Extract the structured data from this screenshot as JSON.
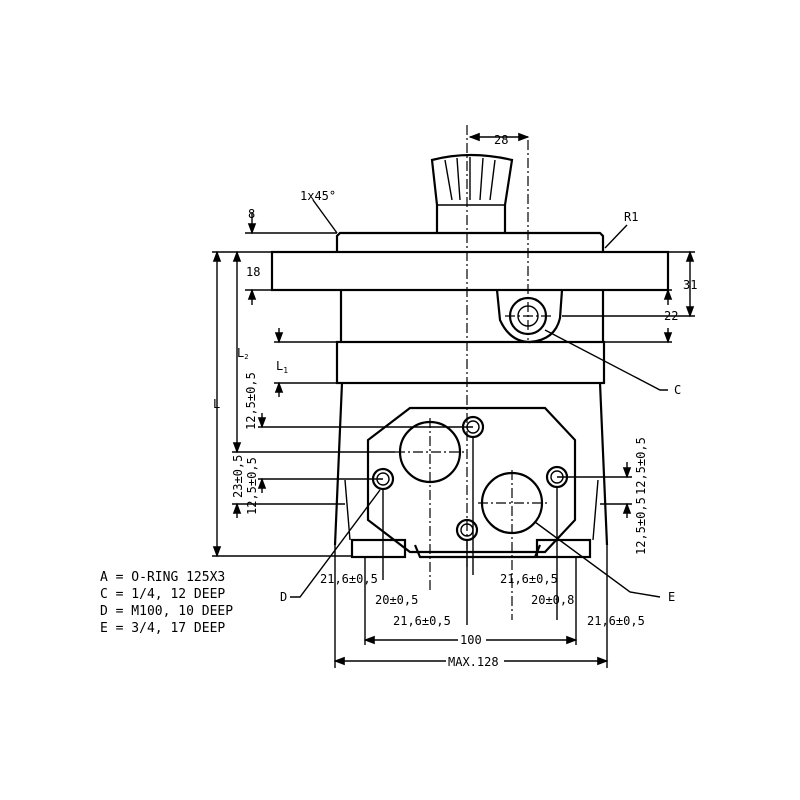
{
  "title": "Hydraulic motor dimension drawing",
  "dimensions": {
    "shaft_offset": "28",
    "chamfer": "1x45°",
    "radius": "R1",
    "pilot_height": "8",
    "flange_thickness": "18",
    "flange_to_c": "31",
    "c_port_offset": "22",
    "overall_length": "L",
    "length_l2": "L",
    "length_l2_sub": "2",
    "length_l1": "L",
    "length_l1_sub": "1",
    "left_12_5": "12,5±0,5",
    "left_23": "23±0,5",
    "left_12_5_b": "12,5±0,5",
    "right_12_5_a": "12,5±0,5",
    "right_12_5_b": "12,5±0,5",
    "b_21_6_left": "21,6±0,5",
    "b_21_6_right": "21,6±0,5",
    "b_20_left": "20±0,5",
    "b_20_right": "20±0,8",
    "b_21_6_mid": "21,6±0,5",
    "b_21_6_far": "21,6±0,5",
    "bolt_spacing": "100",
    "max_width": "MAX.128"
  },
  "callouts": {
    "c": "C",
    "d": "D",
    "e": "E"
  },
  "notes": [
    "A = O-RING 125X3",
    "C = 1/4, 12 DEEP",
    "D = M100, 10 DEEP",
    "E = 3/4, 17 DEEP"
  ]
}
